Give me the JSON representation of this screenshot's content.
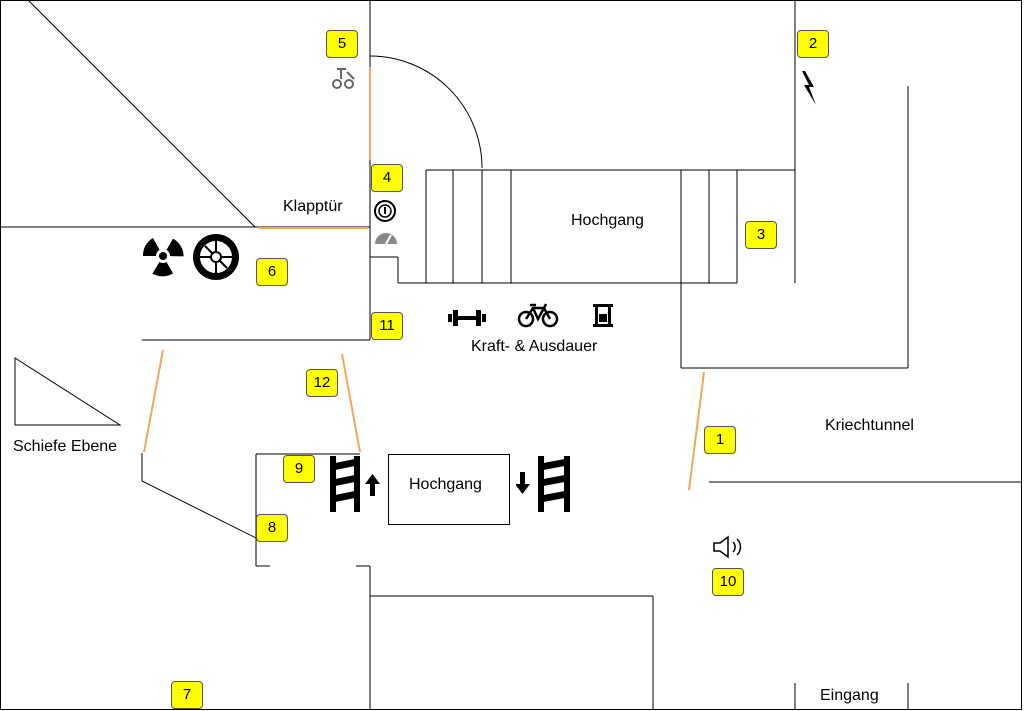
{
  "colors": {
    "marker_fill": "#ffff00",
    "wall": "#000000",
    "door": "#f2a65a",
    "icon_gray": "#777777"
  },
  "labels": {
    "klapptuer": "Klapptür",
    "hochgang_top": "Hochgang",
    "hochgang_bottom": "Hochgang",
    "kraft": "Kraft- & Ausdauer",
    "kriechtunnel": "Kriechtunnel",
    "schiefe_ebene": "Schiefe Ebene",
    "eingang": "Eingang"
  },
  "markers": [
    "1",
    "2",
    "3",
    "4",
    "5",
    "6",
    "7",
    "8",
    "9",
    "10",
    "11",
    "12"
  ],
  "icons": [
    "lightning-icon",
    "tools-icon",
    "pressure-gauge-icon",
    "speedometer-icon",
    "radiation-icon",
    "tire-icon",
    "dumbbell-icon",
    "bicycle-icon",
    "exercise-machine-icon",
    "ladder-up-icon",
    "ladder-down-icon",
    "speaker-icon"
  ]
}
